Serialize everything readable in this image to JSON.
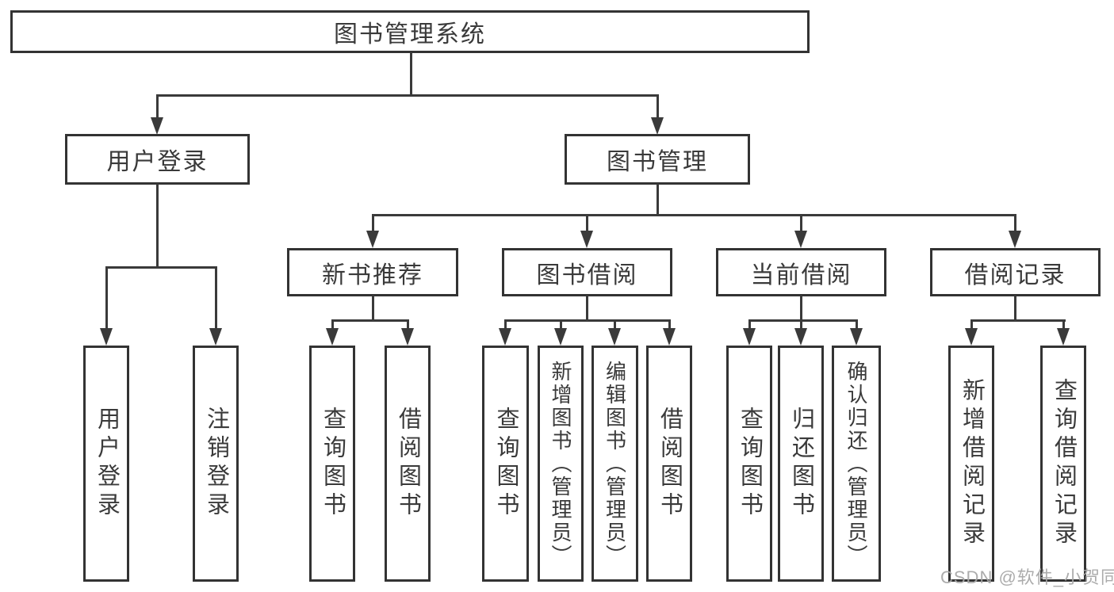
{
  "diagram_title": "图书管理系统",
  "nodes": {
    "root": "图书管理系统",
    "level2": {
      "user_login": "用户登录",
      "book_mgmt": "图书管理"
    },
    "level3": [
      "新书推荐",
      "图书借阅",
      "当前借阅",
      "借阅记录"
    ],
    "user_login_children": [
      "用户登录",
      "注销登录"
    ],
    "new_book_children": [
      "查询图书",
      "借阅图书"
    ],
    "book_borrow_children": [
      "查询图书",
      "新增图书（管理员）",
      "编辑图书（管理员）",
      "借阅图书"
    ],
    "current_borrow_children": [
      "查询图书",
      "归还图书",
      "确认归还（管理员）"
    ],
    "borrow_record_children": [
      "新增借阅记录",
      "查询借阅记录"
    ]
  },
  "watermark": "CSDN @软件_小贺同学",
  "colors": {
    "line": "#3a3a3a",
    "border": "#333333",
    "text": "#3a3a3a",
    "box_fill": "#ffffff",
    "background": "#ffffff",
    "watermark": "#a8a8a8"
  }
}
